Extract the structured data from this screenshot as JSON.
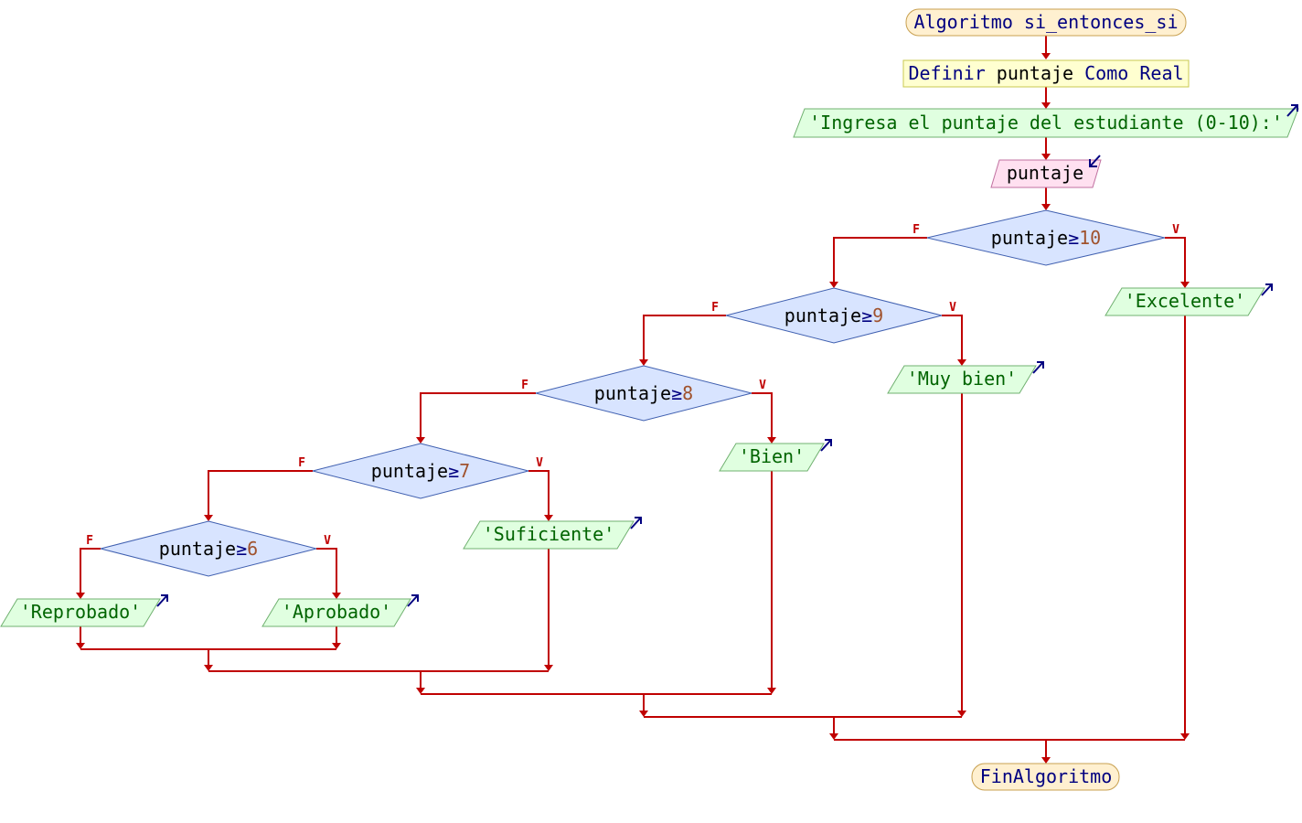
{
  "diagram": {
    "type": "flowchart",
    "colors": {
      "flow_line": "#c00000",
      "terminal_fill": "#fff0d0",
      "terminal_stroke": "#c8a050",
      "process_fill": "#ffffd0",
      "process_stroke": "#c8c850",
      "output_fill": "#e0ffe0",
      "output_stroke": "#70b070",
      "input_fill": "#ffe0f0",
      "input_stroke": "#c070a0",
      "decision_fill": "#d8e4ff",
      "decision_stroke": "#4060b0",
      "keyword_text": "#000080",
      "string_text": "#006400",
      "number_text": "#a0522d",
      "io_arrow": "#000080"
    },
    "start": {
      "keyword": "Algoritmo",
      "name": "si_entonces_si"
    },
    "define": {
      "keyword1": "Definir",
      "var": "puntaje",
      "keyword2": "Como",
      "type": "Real"
    },
    "prompt": {
      "text": "'Ingresa el puntaje del estudiante (0-10):'"
    },
    "read": {
      "var": "puntaje"
    },
    "decisions": [
      {
        "var": "puntaje",
        "op": "≥",
        "value": "10",
        "true_label": "V",
        "false_label": "F",
        "true_output": "'Excelente'"
      },
      {
        "var": "puntaje",
        "op": "≥",
        "value": "9",
        "true_label": "V",
        "false_label": "F",
        "true_output": "'Muy bien'"
      },
      {
        "var": "puntaje",
        "op": "≥",
        "value": "8",
        "true_label": "V",
        "false_label": "F",
        "true_output": "'Bien'"
      },
      {
        "var": "puntaje",
        "op": "≥",
        "value": "7",
        "true_label": "V",
        "false_label": "F",
        "true_output": "'Suficiente'"
      },
      {
        "var": "puntaje",
        "op": "≥",
        "value": "6",
        "true_label": "V",
        "false_label": "F",
        "true_output": "'Aprobado'",
        "false_output": "'Reprobado'"
      }
    ],
    "end": {
      "keyword": "FinAlgoritmo"
    }
  }
}
